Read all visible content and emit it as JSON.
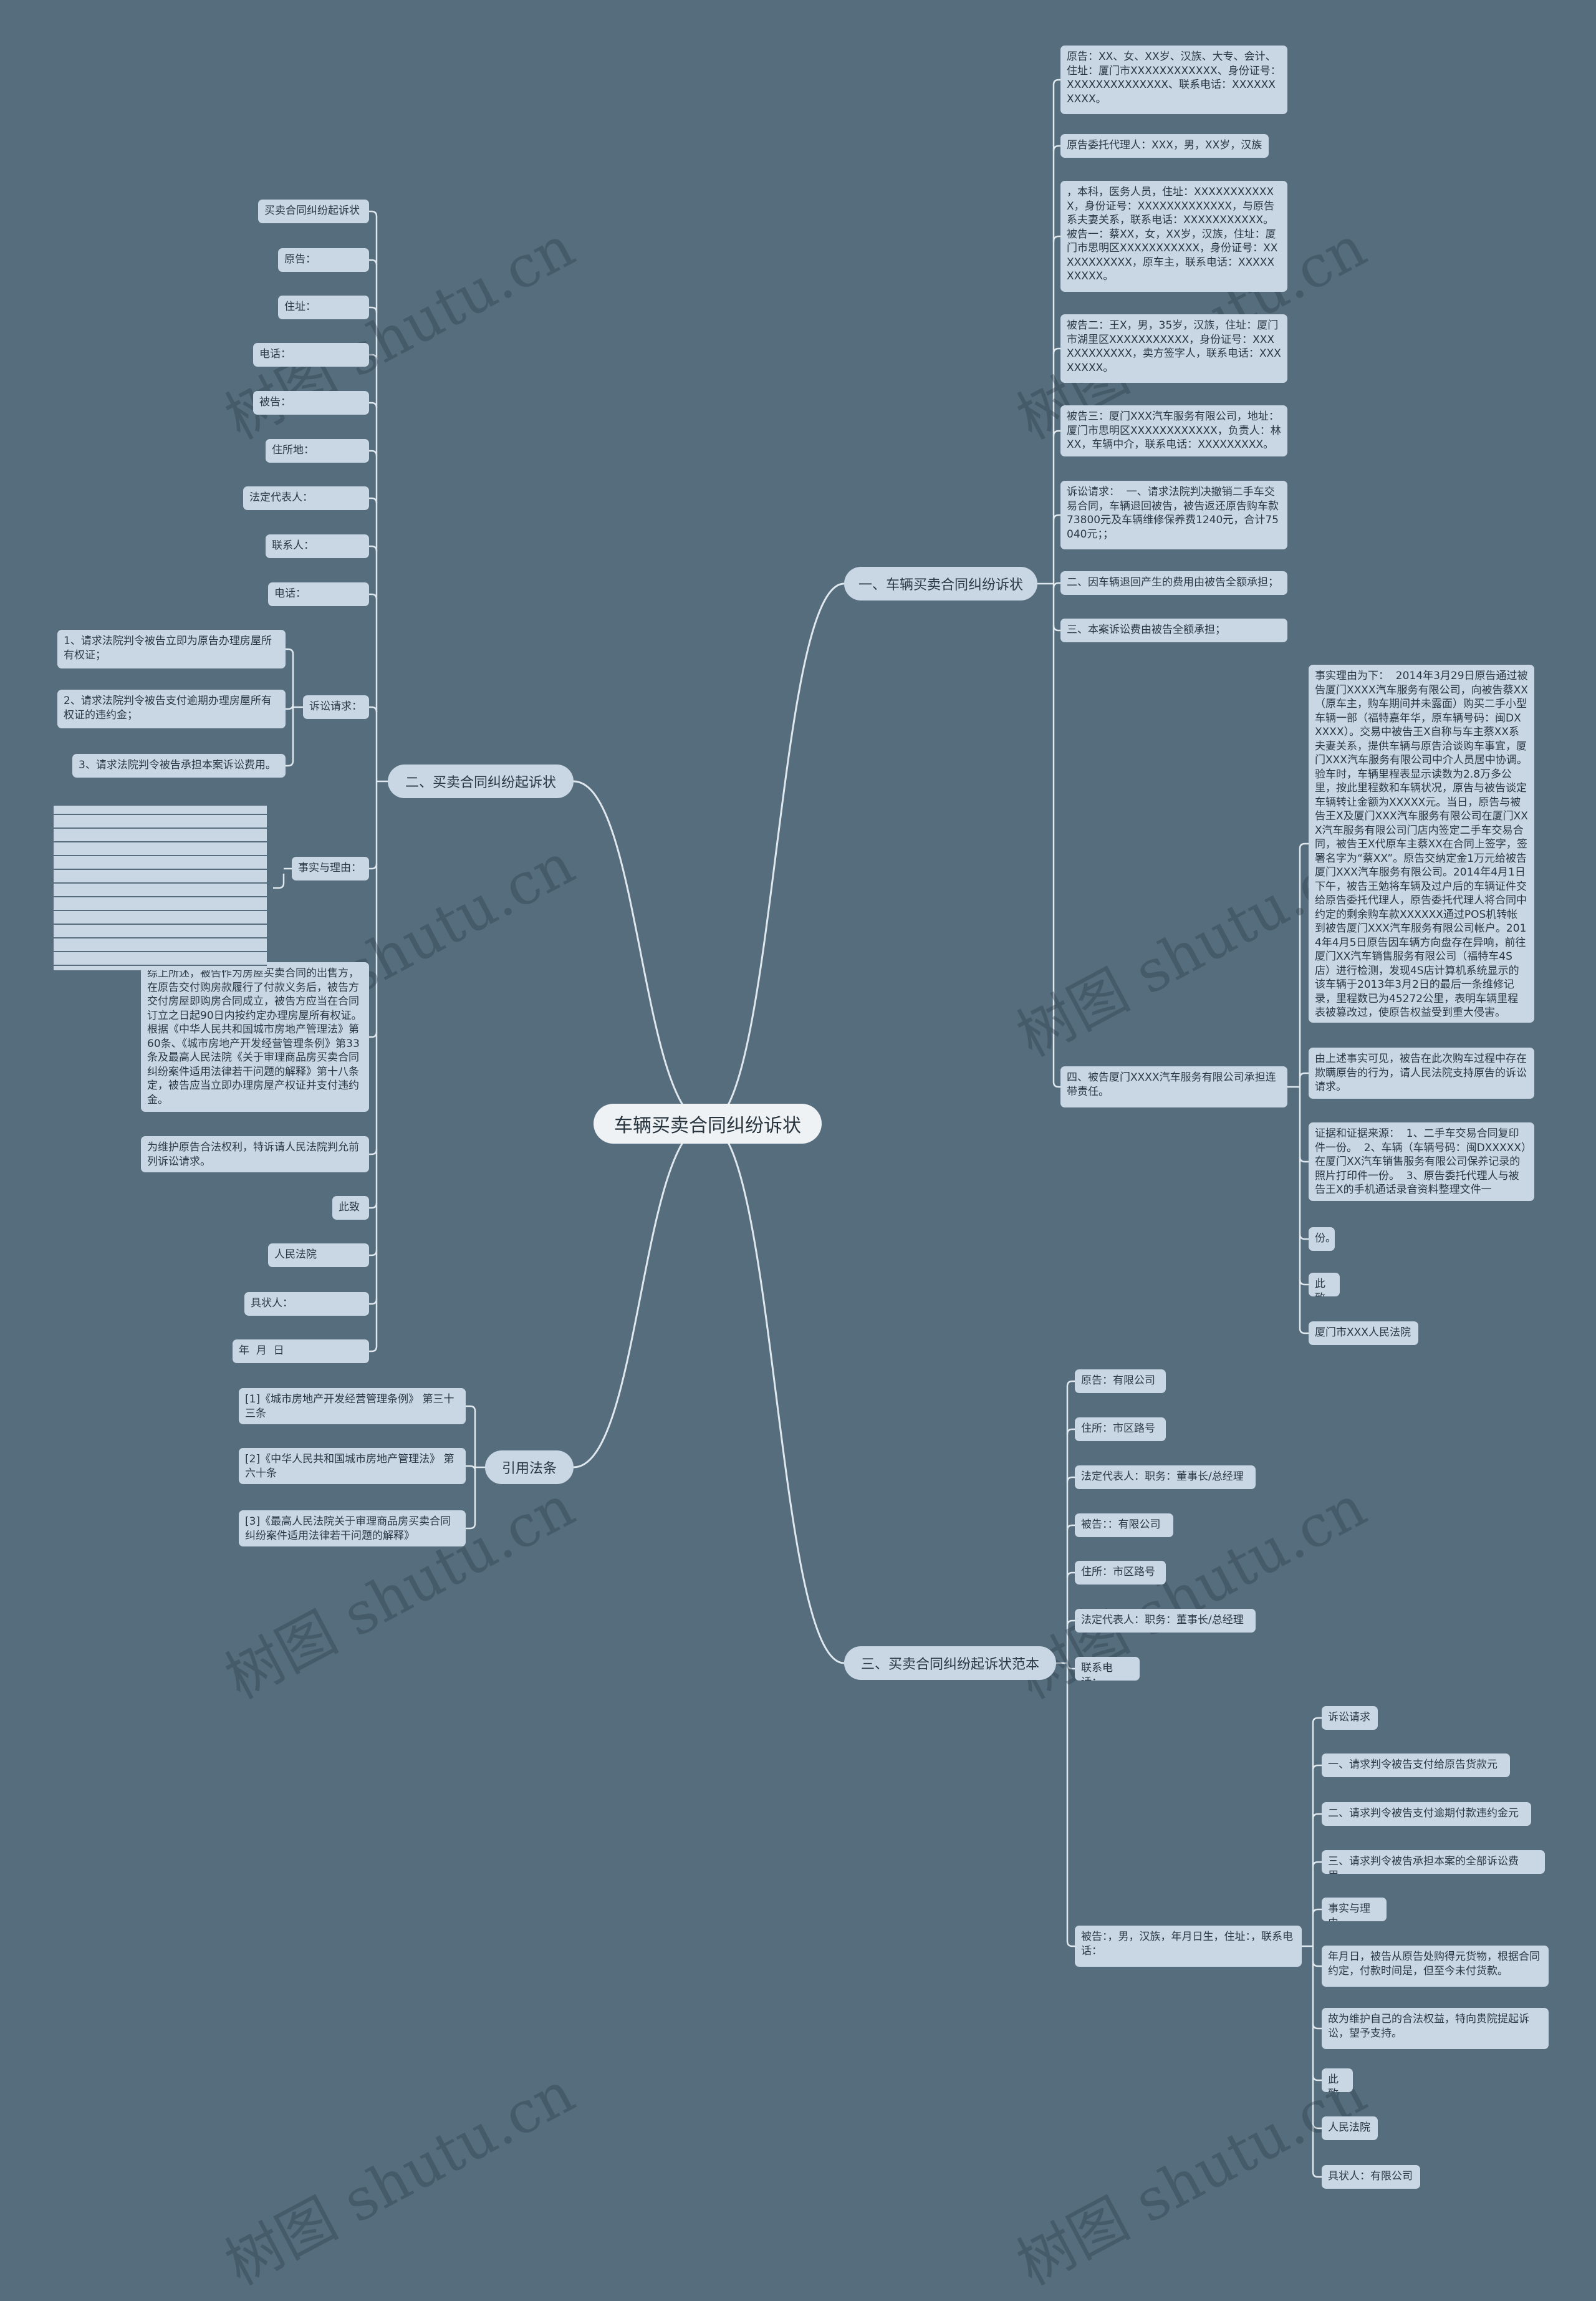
{
  "root": "车辆买卖合同纠纷诉状",
  "branches": [
    {
      "label": "一、车辆买卖合同纠纷诉状",
      "children": [
        {
          "text": "原告：XX、女、XX岁、汉族、大专、会计、住址：厦门市XXXXXXXXXXXX、身份证号：XXXXXXXXXXXXXX、联系电话：XXXXXXXXXX。"
        },
        {
          "text": "原告委托代理人：XXX，男，XX岁，汉族"
        },
        {
          "text": "，本科，医务人员，住址：XXXXXXXXXXXX，身份证号：XXXXXXXXXXXXX，与原告系夫妻关系，联系电话：XXXXXXXXXXX。  被告一：蔡XX，女，XX岁，汉族，住址：厦门市思明区XXXXXXXXXXX，身份证号：XXXXXXXXXXX，原车主，联系电话：XXXXXXXXXX。"
        },
        {
          "text": "被告二：王X，男，35岁，汉族，住址：厦门市湖里区XXXXXXXXXXX，身份证号：XXXXXXXXXXXX，卖方签字人，联系电话：XXXXXXXX。"
        },
        {
          "text": "被告三：厦门XXX汽车服务有限公司，地址：厦门市思明区XXXXXXXXXXXX，负责人：林XX，车辆中介，联系电话：XXXXXXXXX。"
        },
        {
          "text": "诉讼请求：  一、请求法院判决撤销二手车交易合同，车辆退回被告，被告返还原告购车款73800元及车辆维修保养费1240元，合计75040元；；"
        },
        {
          "text": "二、因车辆退回产生的费用由被告全额承担；"
        },
        {
          "text": "三、本案诉讼费由被告全额承担；"
        },
        {
          "text": "四、被告厦门XXXX汽车服务有限公司承担连带责任。",
          "children": [
            {
              "text": "事实理由为下：  2014年3月29日原告通过被告厦门XXXX汽车服务有限公司，向被告蔡XX（原车主，购车期间并未露面）购买二手小型车辆一部（福特嘉年华，原车辆号码：闽DXXXXX）。交易中被告王X自称与车主蔡XX系夫妻关系，提供车辆与原告洽谈购车事宜，厦门XXX汽车服务有限公司中介人员居中协调。验车时，车辆里程表显示读数为2.8万多公里，按此里程数和车辆状况，原告与被告谈定车辆转让金额为XXXXX元。当日，原告与被告王X及厦门XXX汽车服务有限公司在厦门XXX汽车服务有限公司门店内签定二手车交易合同，被告王X代原车主蔡XX在合同上签字，签署名字为“蔡XX”。原告交纳定金1万元给被告厦门XXX汽车服务有限公司。2014年4月1日下午，被告王勉将车辆及过户后的车辆证件交给原告委托代理人，原告委托代理人将合同中约定的剩余购车款XXXXXX通过POS机转帐到被告厦门XXX汽车服务有限公司帐户。2014年4月5日原告因车辆方向盘存在异响，前往厦门XX汽车销售服务有限公司（福特车4S店）进行检测，发现4S店计算机系统显示的该车辆于2013年3月2日的最后一条维修记录，里程数已为45272公里，表明车辆里程表被篡改过，使原告权益受到重大侵害。"
            },
            {
              "text": "由上述事实可见，被告在此次购车过程中存在欺瞒原告的行为，请人民法院支持原告的诉讼请求。"
            },
            {
              "text": "证据和证据来源：  1、二手车交易合同复印件一份。  2、车辆（车辆号码：闽DXXXXX）在厦门XX汽车销售服务有限公司保养记录的照片打印件一份。  3、原告委托代理人与被告王X的手机通话录音资料整理文件一"
            },
            {
              "text": "份。"
            },
            {
              "text": "此致"
            },
            {
              "text": "厦门市XXX人民法院"
            }
          ]
        }
      ]
    },
    {
      "label": "二、买卖合同纠纷起诉状",
      "children": [
        {
          "text": "买卖合同纠纷起诉状"
        },
        {
          "text": "原告：  "
        },
        {
          "text": "住址：  "
        },
        {
          "text": "电话：  "
        },
        {
          "text": "被告：  "
        },
        {
          "text": "住所地：  "
        },
        {
          "text": "法定代表人：  "
        },
        {
          "text": "联系人：  "
        },
        {
          "text": "电话：  "
        },
        {
          "text": "诉讼请求：",
          "children": [
            {
              "text": "1、请求法院判令被告立即为原告办理房屋所有权证；"
            },
            {
              "text": "2、请求法院判令被告支付逾期办理房屋所有权证的违约金；"
            },
            {
              "text": "3、请求法院判令被告承担本案诉讼费用。"
            }
          ]
        },
        {
          "text": "事实与理由：",
          "children": [
            {
              "text": " "
            }
          ]
        },
        {
          "text": "综上所述，被告作为房屋买卖合同的出售方，在原告交付购房款履行了付款义务后，被告方交付房屋即购房合同成立，被告方应当在合同订立之日起90日内按约定办理房屋所有权证。根据《中华人民共和国城市房地产管理法》第60条、《城市房地产开发经营管理条例》第33条及最高人民法院《关于审理商品房买卖合同纠纷案件适用法律若干问题的解释》第十八条定，被告应当立即办理房屋产权证并支付违约金。"
        },
        {
          "text": "为维护原告合法权利，特诉请人民法院判允前列诉讼请求。"
        },
        {
          "text": "此致"
        },
        {
          "text": "人民法院"
        },
        {
          "text": "具状人：  "
        },
        {
          "text": "年  月  日"
        }
      ]
    },
    {
      "label": "引用法条",
      "children": [
        {
          "text": "[1]《城市房地产开发经营管理条例》 第三十三条"
        },
        {
          "text": "[2]《中华人民共和国城市房地产管理法》 第六十条"
        },
        {
          "text": "[3]《最高人民法院关于审理商品房买卖合同纠纷案件适用法律若干问题的解释》"
        }
      ]
    },
    {
      "label": "三、买卖合同纠纷起诉状范本",
      "children": [
        {
          "text": "原告：有限公司"
        },
        {
          "text": "住所：市区路号"
        },
        {
          "text": "法定代表人：职务：董事长/总经理"
        },
        {
          "text": "被告：：有限公司"
        },
        {
          "text": "住所：市区路号"
        },
        {
          "text": "法定代表人：职务：董事长/总经理"
        },
        {
          "text": "联系电话："
        },
        {
          "text": "被告：，男，汉族，年月日生，住址：，联系电话：",
          "children": [
            {
              "text": "诉讼请求"
            },
            {
              "text": "一、请求判令被告支付给原告货款元"
            },
            {
              "text": "二、请求判令被告支付逾期付款违约金元"
            },
            {
              "text": "三、请求判令被告承担本案的全部诉讼费用。"
            },
            {
              "text": "事实与理由"
            },
            {
              "text": "年月日，被告从原告处购得元货物，根据合同约定，付款时间是，但至今未付货款。"
            },
            {
              "text": "故为维护自己的合法权益，特向贵院提起诉讼，望予支持。"
            },
            {
              "text": "此致"
            },
            {
              "text": "人民法院"
            },
            {
              "text": "具状人：有限公司"
            }
          ]
        }
      ]
    }
  ],
  "watermark": "树图 shutu.cn",
  "colors": {
    "background": "#566d7d",
    "node": "#c8d7e3",
    "root": "#eef2f5",
    "line": "#dfe8ef",
    "text": "#2a3846"
  }
}
